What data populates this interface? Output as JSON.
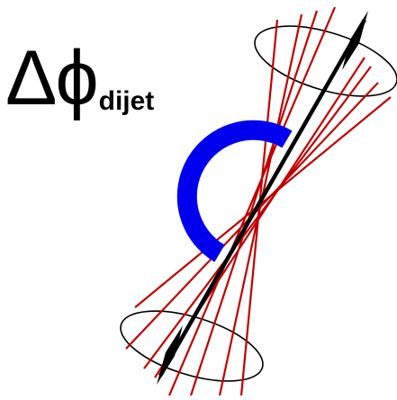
{
  "title": {
    "symbol": "Δϕ",
    "subscript": "dijet"
  },
  "colors": {
    "jet_lines": "#c00000",
    "axis": "#000000",
    "arc": "#0000ee",
    "cone": "#000000"
  },
  "icons": {
    "upper_arrow": "diamond-arrowhead",
    "lower_arrow": "diamond-arrowhead"
  }
}
